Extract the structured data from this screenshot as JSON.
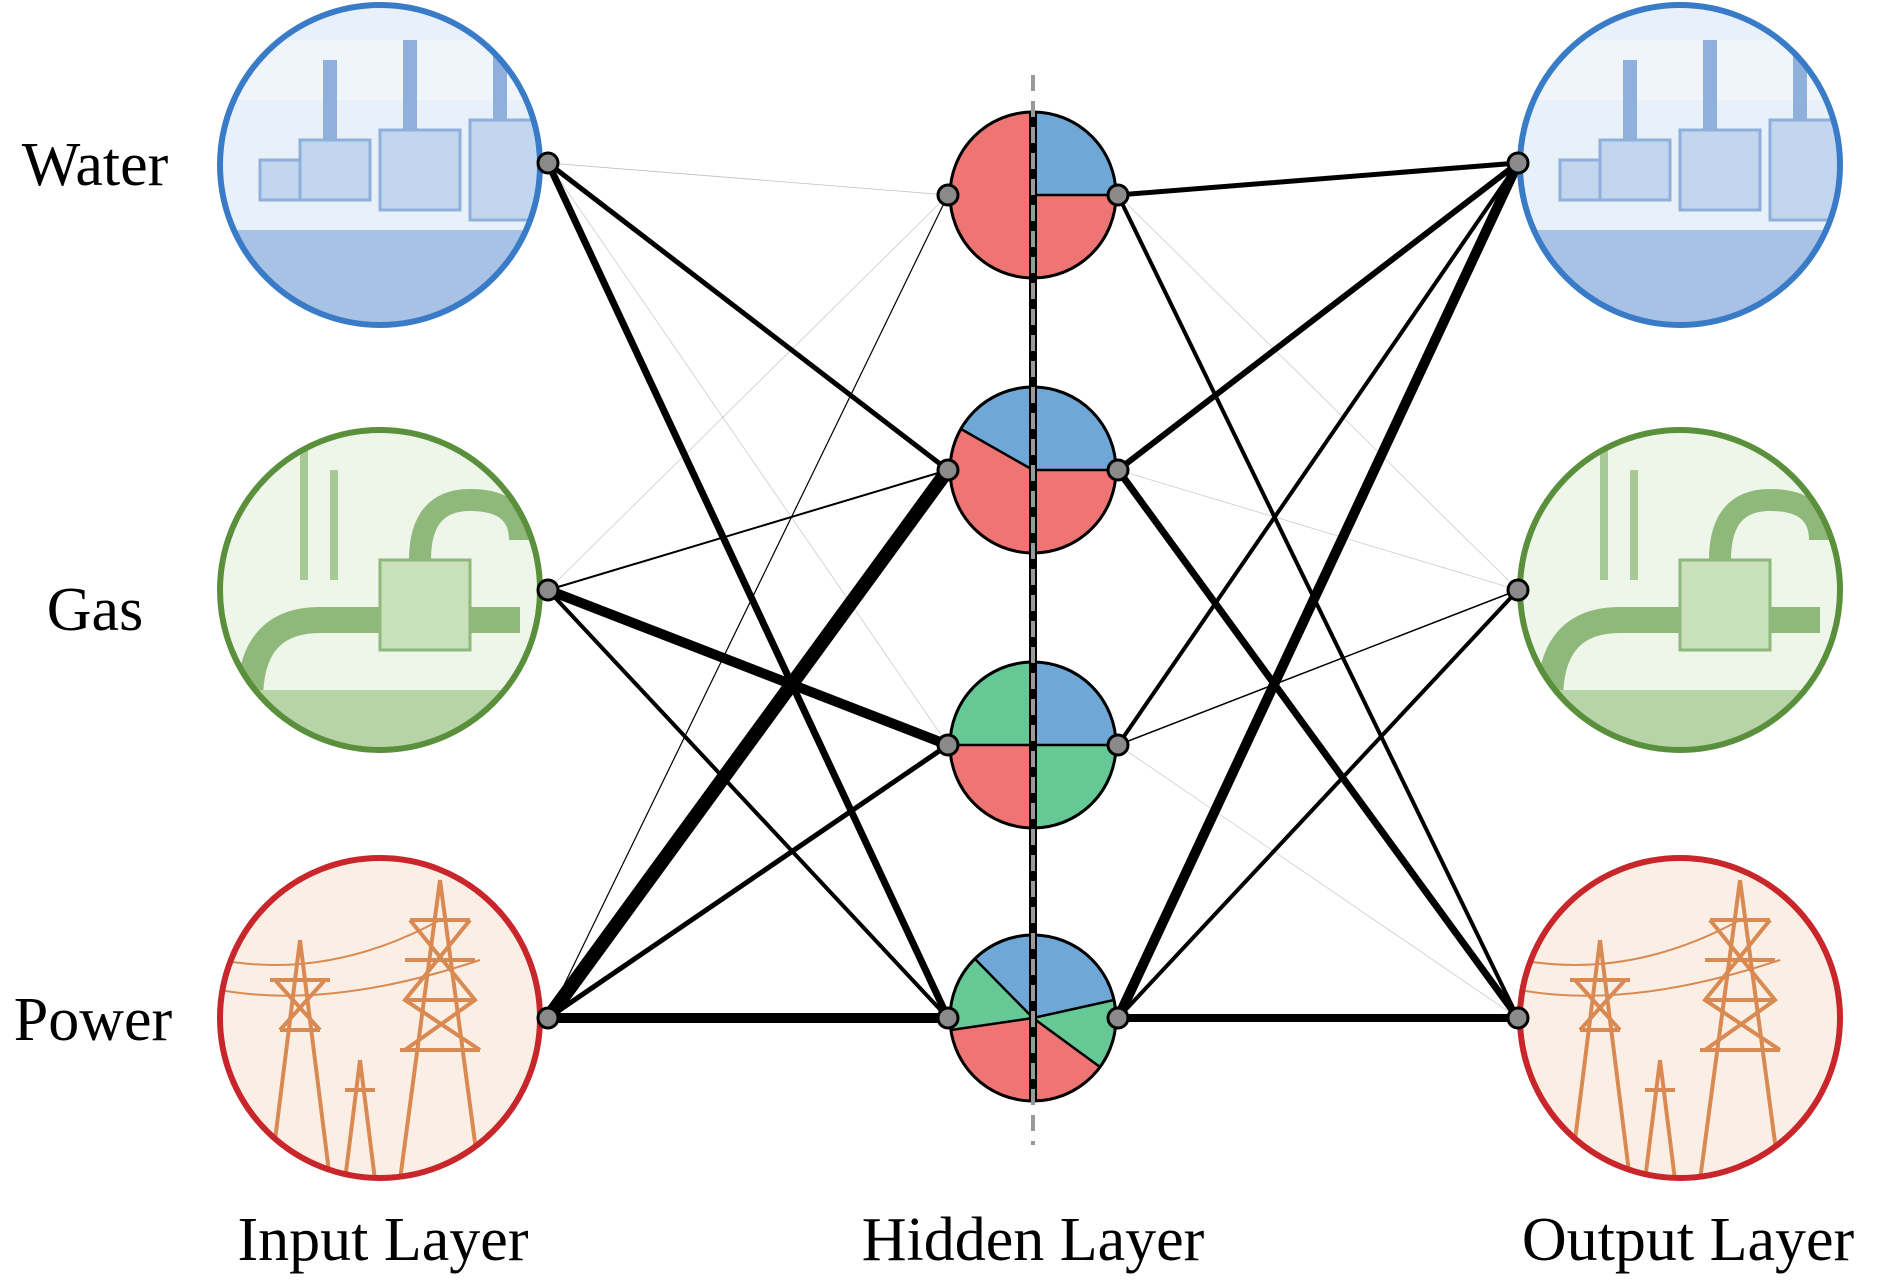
{
  "labels": {
    "inputs": [
      "Water",
      "Gas",
      "Power"
    ],
    "input_layer": "Input Layer",
    "hidden_layer": "Hidden Layer",
    "output_layer": "Output Layer"
  },
  "colors": {
    "water": "#3a7bc8",
    "gas": "#5a8f3c",
    "power": "#c8262a",
    "pie_blue": "#6fa8d6",
    "pie_red": "#ef7474",
    "pie_green": "#66c894",
    "port": "#8a8a8a",
    "dashed_axis": "#9a9a9a"
  },
  "icons": [
    "water-pump-station-icon",
    "gas-pipeline-icon",
    "power-transmission-tower-icon"
  ]
}
